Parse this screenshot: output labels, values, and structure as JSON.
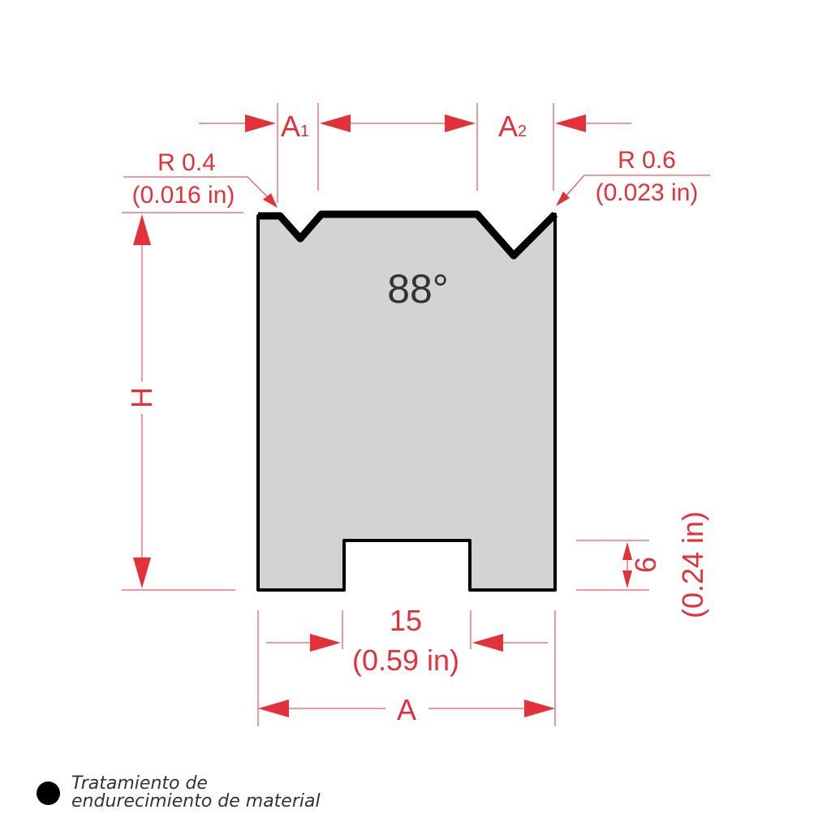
{
  "labels": {
    "a1_main": "A",
    "a1_sub": "1",
    "a2_main": "A",
    "a2_sub": "2",
    "radius_left": "R 0.4",
    "radius_left_in": "(0.016 in)",
    "radius_right": "R 0.6",
    "radius_right_in": "(0.023 in)",
    "angle": "88°",
    "height": "H",
    "slot_width": "15",
    "slot_width_in": "(0.59 in)",
    "total_width": "A",
    "slot_depth": "6",
    "slot_depth_in": "(0.24 in)"
  },
  "legend": {
    "line1": "Tratamiento de",
    "line2": "endurecimiento de material"
  },
  "colors": {
    "dimension": "#e2313a",
    "body": "#d3d3d3",
    "outline": "#000000"
  }
}
